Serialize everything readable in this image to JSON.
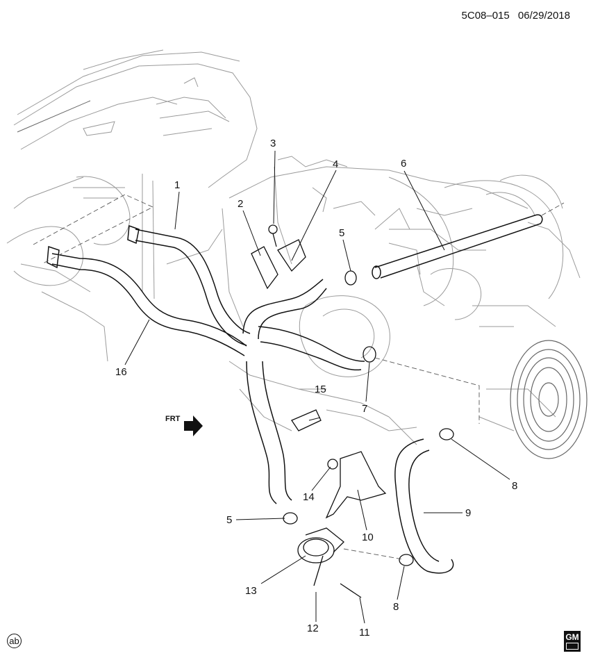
{
  "header": {
    "code": "5C08–015",
    "date": "06/29/2018"
  },
  "callouts": [
    {
      "id": "c1",
      "text": "1"
    },
    {
      "id": "c2",
      "text": "2"
    },
    {
      "id": "c3",
      "text": "3"
    },
    {
      "id": "c4",
      "text": "4"
    },
    {
      "id": "c5a",
      "text": "5"
    },
    {
      "id": "c6",
      "text": "6"
    },
    {
      "id": "c16",
      "text": "16"
    },
    {
      "id": "c7",
      "text": "7"
    },
    {
      "id": "c15",
      "text": "15"
    },
    {
      "id": "c8a",
      "text": "8"
    },
    {
      "id": "c9",
      "text": "9"
    },
    {
      "id": "c14",
      "text": "14"
    },
    {
      "id": "c10",
      "text": "10"
    },
    {
      "id": "c5b",
      "text": "5"
    },
    {
      "id": "c13",
      "text": "13"
    },
    {
      "id": "c8b",
      "text": "8"
    },
    {
      "id": "c12",
      "text": "12"
    },
    {
      "id": "c11",
      "text": "11"
    }
  ],
  "direction_marker": {
    "text": "FRT",
    "icon": "arrow-right-icon"
  },
  "corner_badge": {
    "text": "ab"
  },
  "logo": {
    "text": "GM",
    "icon": "gm-logo-icon"
  },
  "colors": {
    "ink": "#111111",
    "light_line": "#8a8a8a",
    "background": "#ffffff"
  }
}
